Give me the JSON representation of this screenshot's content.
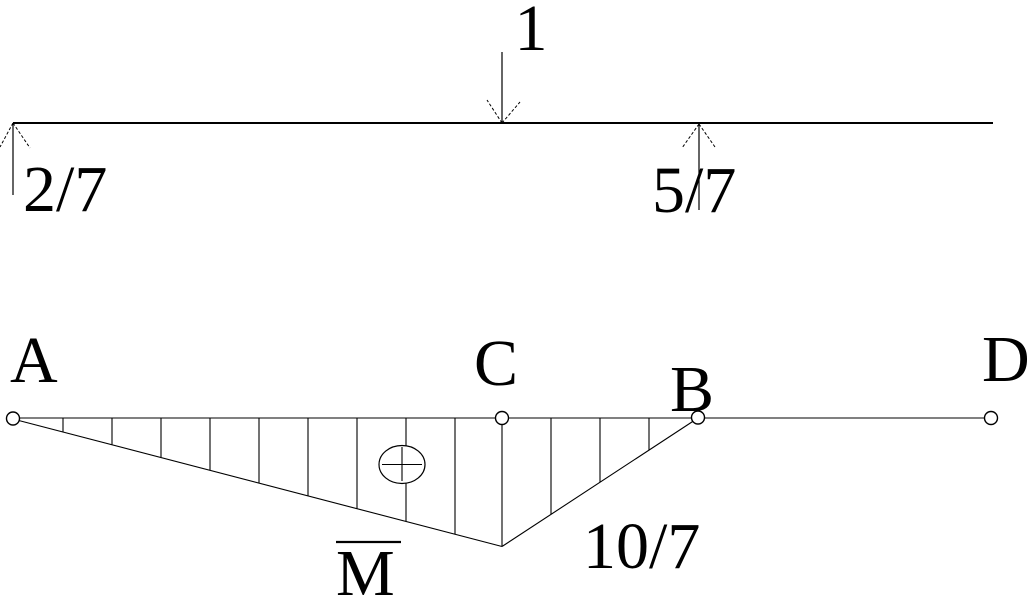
{
  "colors": {
    "background": "#ffffff",
    "ink": "#000000"
  },
  "load_diagram": {
    "unit_load_label": "1",
    "left_reaction_label": "2/7",
    "right_reaction_label": "5/7"
  },
  "moment_diagram": {
    "points": [
      {
        "label": "A"
      },
      {
        "label": "C"
      },
      {
        "label": "B"
      },
      {
        "label": "D"
      }
    ],
    "curve_label": "M",
    "curve_label_overline": true,
    "peak_value_label": "10/7",
    "sign_icon": "+"
  }
}
